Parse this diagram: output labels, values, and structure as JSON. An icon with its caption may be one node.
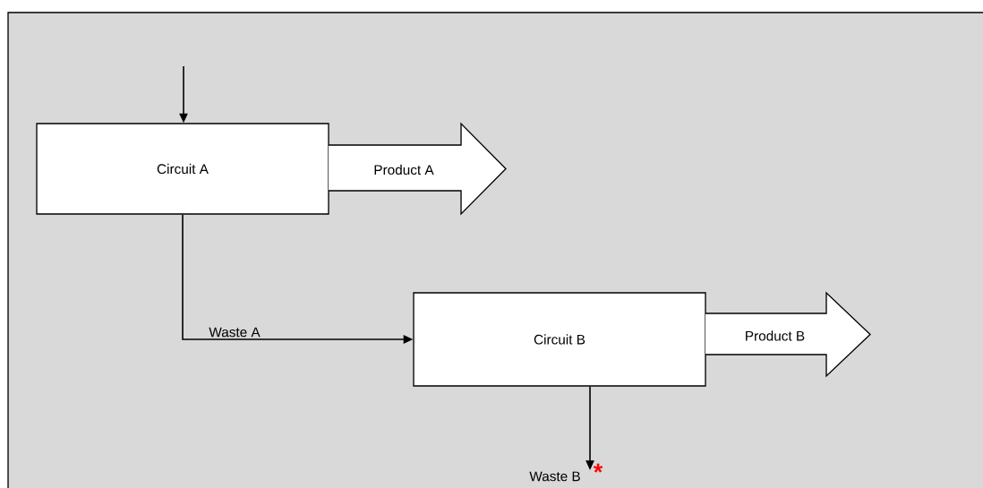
{
  "diagram": {
    "nodes": [
      {
        "text": [
          "Circuit A"
        ]
      },
      {
        "text": [
          "Product A"
        ]
      },
      {
        "text": [
          "Circuit B"
        ]
      },
      {
        "text": [
          "Product B"
        ]
      },
      {
        "text": [
          "Waste B"
        ],
        "beside": [
          "*"
        ]
      }
    ],
    "edges": [
      {
        "from": null,
        "to": 0,
        "arrow": "to"
      },
      {
        "from": 0,
        "to": 2,
        "arrow": "to",
        "label": "Waste A"
      },
      {
        "from": 2,
        "to": 4,
        "arrow": "to"
      }
    ]
  }
}
